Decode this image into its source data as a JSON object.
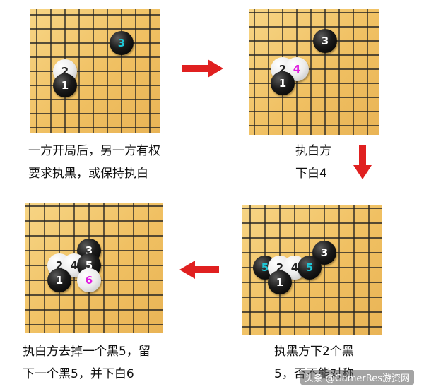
{
  "captions": {
    "step1_line1": "一方开局后，另一方有权",
    "step1_line2": "要求执黑，或保持执白",
    "step2_line1": "执白方",
    "step2_line2": "下白4",
    "step3_line1": "执白方去掉一个黑5，留",
    "step3_line2": "下一个黑5，并下白6",
    "step4_line1": "执黑方下2个黑",
    "step4_line2": "5，否不能对称"
  },
  "boards": [
    {
      "stones": [
        {
          "col": 6,
          "row": 2,
          "color": "black",
          "num": "3",
          "numColor": "cyan"
        },
        {
          "col": 2,
          "row": 4,
          "color": "white",
          "num": "2"
        },
        {
          "col": 2,
          "row": 5,
          "color": "black",
          "num": "1"
        }
      ]
    },
    {
      "stones": [
        {
          "col": 5,
          "row": 2,
          "color": "black",
          "num": "3"
        },
        {
          "col": 2,
          "row": 4,
          "color": "white",
          "num": "2"
        },
        {
          "col": 3,
          "row": 4,
          "color": "white",
          "num": "4",
          "numColor": "magenta"
        },
        {
          "col": 2,
          "row": 5,
          "color": "black",
          "num": "1"
        }
      ]
    },
    {
      "stones": [
        {
          "col": 4,
          "row": 3,
          "color": "black",
          "num": "3"
        },
        {
          "col": 2,
          "row": 4,
          "color": "white",
          "num": "2"
        },
        {
          "col": 3,
          "row": 4,
          "color": "white",
          "num": "4"
        },
        {
          "col": 4,
          "row": 4,
          "color": "black",
          "num": "5"
        },
        {
          "col": 2,
          "row": 5,
          "color": "black",
          "num": "1"
        },
        {
          "col": 4,
          "row": 5,
          "color": "white",
          "num": "6",
          "numColor": "magenta"
        }
      ]
    },
    {
      "stones": [
        {
          "col": 5,
          "row": 3,
          "color": "black",
          "num": "3"
        },
        {
          "col": 1,
          "row": 4,
          "color": "black",
          "num": "5",
          "numColor": "cyan"
        },
        {
          "col": 2,
          "row": 4,
          "color": "white",
          "num": "2"
        },
        {
          "col": 3,
          "row": 4,
          "color": "white",
          "num": "4"
        },
        {
          "col": 4,
          "row": 4,
          "color": "black",
          "num": "5",
          "numColor": "cyan"
        },
        {
          "col": 2,
          "row": 5,
          "color": "black",
          "num": "1"
        }
      ]
    }
  ],
  "watermark": "头条 @GamerRes游资网",
  "colors": {
    "board": "#f3c76d",
    "arrow": "#e02020",
    "cyan_number": "#1fc6d6",
    "magenta_number": "#e01ee0"
  }
}
